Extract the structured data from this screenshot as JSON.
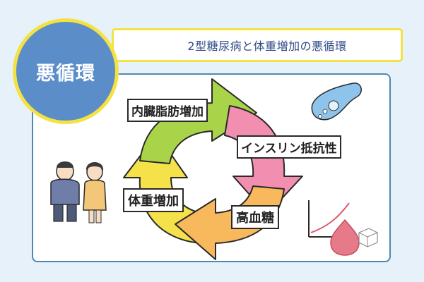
{
  "title": "2型糖尿病と体重増加の悪循環",
  "badge": "悪循環",
  "stages": {
    "fat": "内臓脂肪増加",
    "insulin": "インスリン抵抗性",
    "glucose": "高血糖",
    "weight": "体重増加"
  },
  "colors": {
    "fat": "#a9d44a",
    "insulin": "#f28eb0",
    "glucose": "#f8b95c",
    "weight": "#f5e24a",
    "badge": "#5b8dc9",
    "frame": "#f4e243"
  },
  "icons": [
    "pancreas-icon",
    "couple-icon",
    "glucose-chart-icon",
    "blood-drop-icon",
    "sugar-cube-icon"
  ]
}
